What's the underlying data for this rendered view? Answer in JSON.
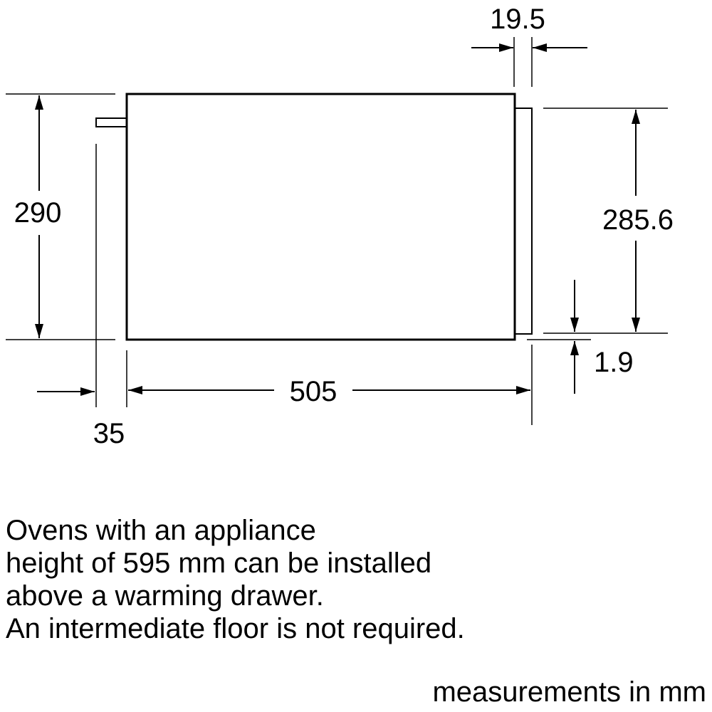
{
  "dimensions": {
    "height_total": "290",
    "front_depth": "19.5",
    "front_height": "285.6",
    "bottom_offset": "1.9",
    "depth": "505",
    "rear_offset": "35"
  },
  "note": {
    "lines": [
      "Ovens with an appliance",
      "height of 595 mm can be installed",
      "above a warming drawer.",
      "An intermediate floor is not required."
    ]
  },
  "units_label": "measurements in mm"
}
